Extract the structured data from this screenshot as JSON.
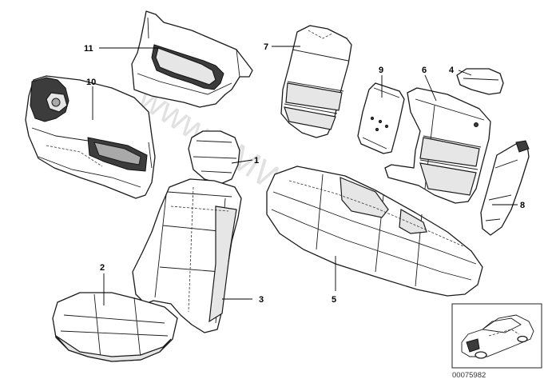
{
  "callouts": {
    "p1": "1",
    "p2": "2",
    "p3": "3",
    "p4": "4",
    "p5": "5",
    "p6": "6",
    "p7": "7",
    "p8": "8",
    "p9": "9",
    "p10": "10",
    "p11": "11"
  },
  "watermark": "www.BMWstore.pl",
  "reference_number": "00075982"
}
